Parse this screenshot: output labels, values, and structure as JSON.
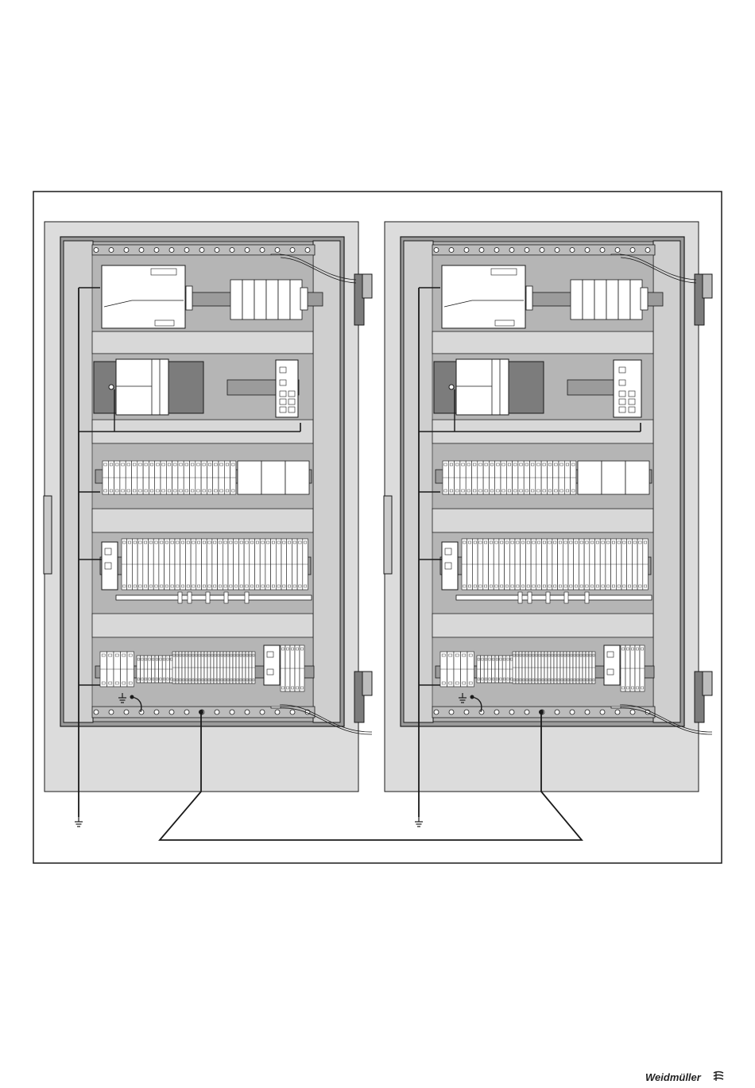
{
  "diagram": {
    "cabinets": [
      {
        "id": "left",
        "switch_style": "wide"
      },
      {
        "id": "right",
        "switch_style": "narrow"
      }
    ],
    "colors": {
      "line": "#1a1a1a",
      "door": "#dcdcdc",
      "cabinet_frame": "#9a9a9a",
      "mounting_plate": "#c8c8c8",
      "backplate_dark": "#7c7c7c",
      "device_light": "#ffffff",
      "rail": "#9b9b9b"
    }
  },
  "footer": {
    "brand": "Weidmüller",
    "logo_icon": "weidmuller-logo-icon"
  }
}
